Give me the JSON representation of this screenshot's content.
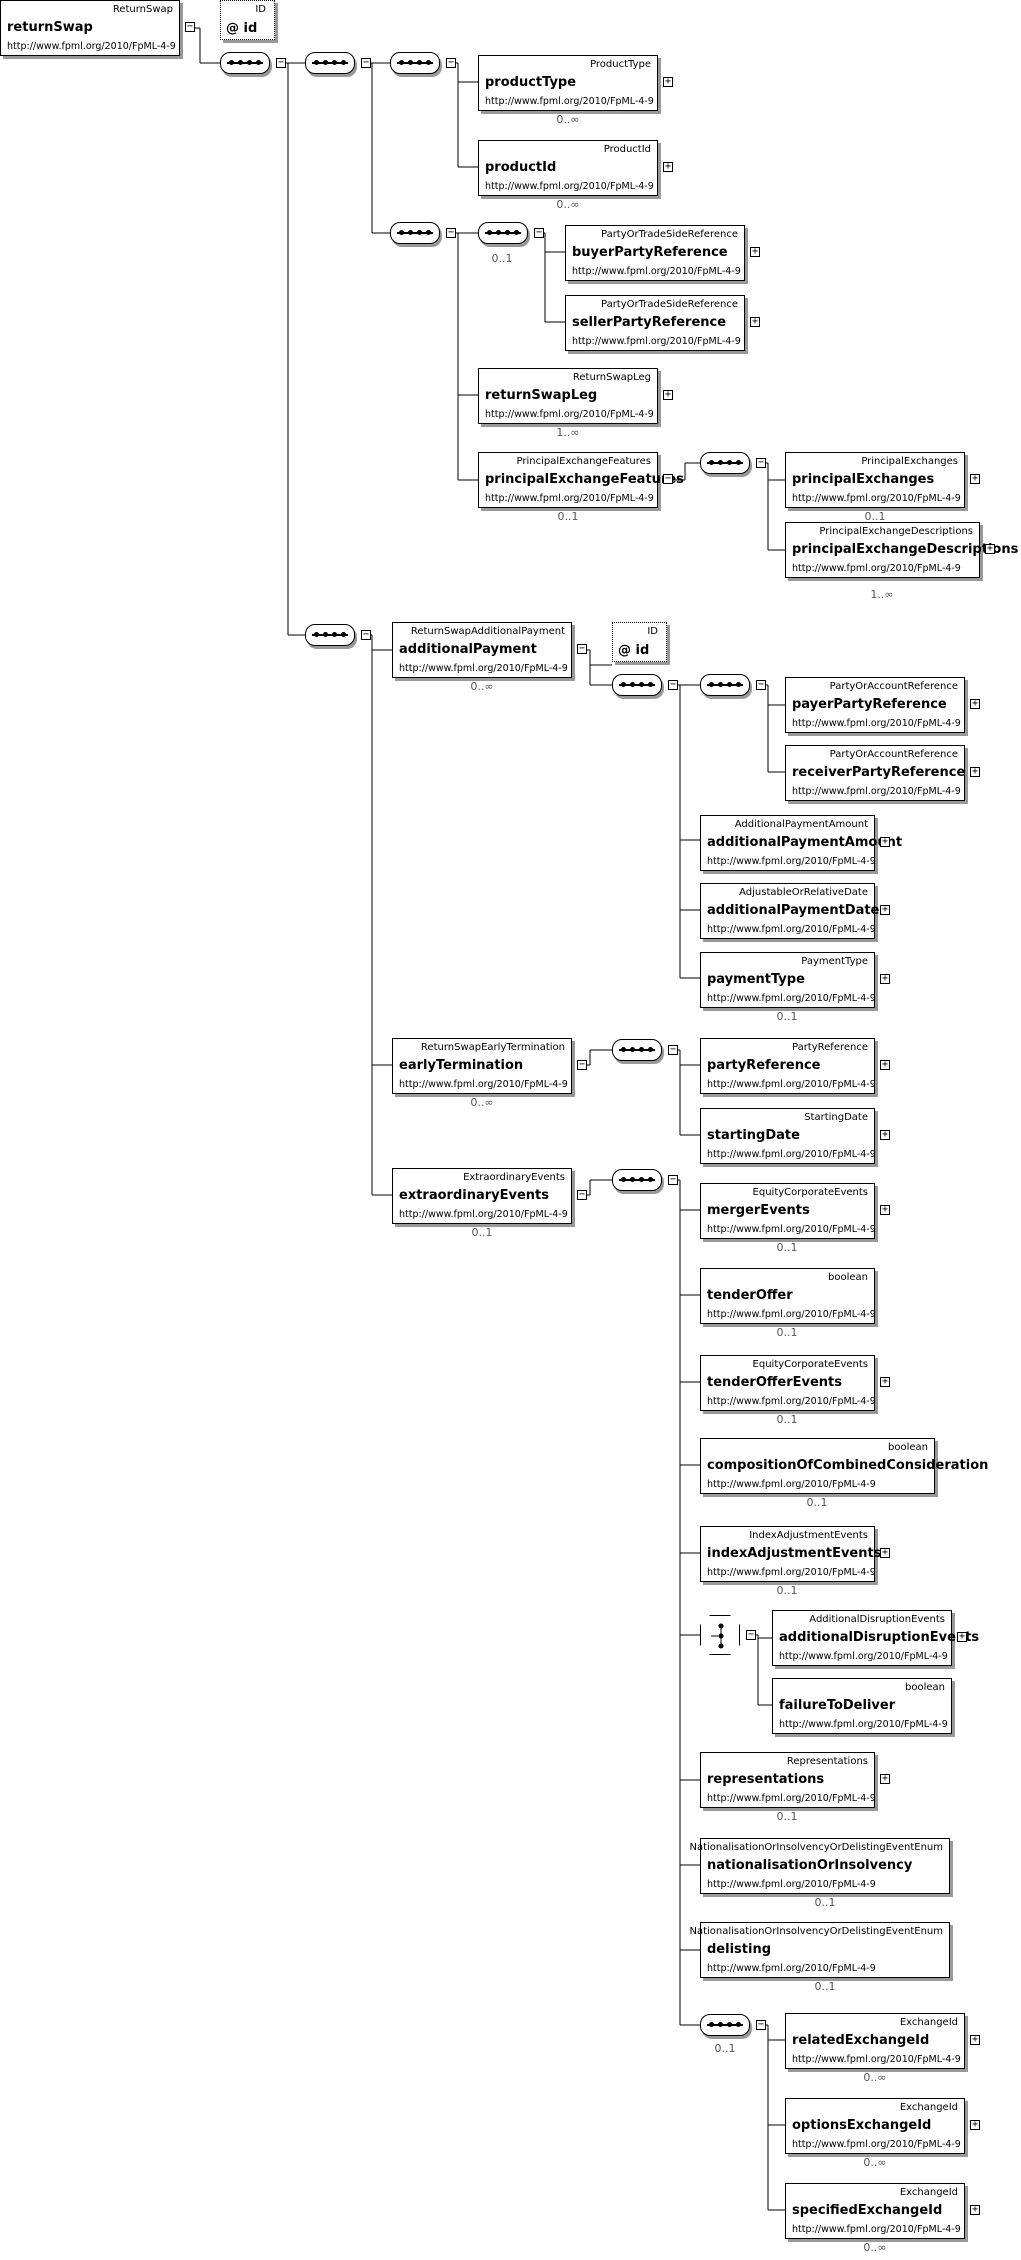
{
  "namespace": "http://www.fpml.org/2010/FpML-4-9",
  "root": {
    "type": "ReturnSwap",
    "name": "returnSwap"
  },
  "id_attr": {
    "type": "ID",
    "name": "@ id"
  },
  "product": {
    "productType": {
      "type": "ProductType",
      "name": "productType",
      "card": "0..∞"
    },
    "productId": {
      "type": "ProductId",
      "name": "productId",
      "card": "0..∞"
    }
  },
  "parties": {
    "seq_card": "0..1",
    "buyer": {
      "type": "PartyOrTradeSideReference",
      "name": "buyerPartyReference"
    },
    "seller": {
      "type": "PartyOrTradeSideReference",
      "name": "sellerPartyReference"
    },
    "leg": {
      "type": "ReturnSwapLeg",
      "name": "returnSwapLeg",
      "card": "1..∞"
    },
    "pef": {
      "type": "PrincipalExchangeFeatures",
      "name": "principalExchangeFeatures",
      "card": "0..1"
    },
    "pe": {
      "type": "PrincipalExchanges",
      "name": "principalExchanges",
      "card": "0..1"
    },
    "ped": {
      "type": "PrincipalExchangeDescriptions",
      "name": "principalExchangeDescriptions",
      "card": "1..∞"
    }
  },
  "additional": {
    "ap": {
      "type": "ReturnSwapAdditionalPayment",
      "name": "additionalPayment",
      "card": "0..∞"
    },
    "id": {
      "type": "ID",
      "name": "@ id"
    },
    "payer": {
      "type": "PartyOrAccountReference",
      "name": "payerPartyReference"
    },
    "receiver": {
      "type": "PartyOrAccountReference",
      "name": "receiverPartyReference"
    },
    "amount": {
      "type": "AdditionalPaymentAmount",
      "name": "additionalPaymentAmount"
    },
    "date": {
      "type": "AdjustableOrRelativeDate",
      "name": "additionalPaymentDate"
    },
    "ptype": {
      "type": "PaymentType",
      "name": "paymentType",
      "card": "0..1"
    },
    "et": {
      "type": "ReturnSwapEarlyTermination",
      "name": "earlyTermination",
      "card": "0..∞"
    },
    "partyRef": {
      "type": "PartyReference",
      "name": "partyReference"
    },
    "start": {
      "type": "StartingDate",
      "name": "startingDate"
    }
  },
  "extra": {
    "ee": {
      "type": "ExtraordinaryEvents",
      "name": "extraordinaryEvents",
      "card": "0..1"
    },
    "merger": {
      "type": "EquityCorporateEvents",
      "name": "mergerEvents",
      "card": "0..1"
    },
    "tender": {
      "type": "boolean",
      "name": "tenderOffer",
      "card": "0..1"
    },
    "tenderEv": {
      "type": "EquityCorporateEvents",
      "name": "tenderOfferEvents",
      "card": "0..1"
    },
    "comp": {
      "type": "boolean",
      "name": "compositionOfCombinedConsideration",
      "card": "0..1"
    },
    "index": {
      "type": "IndexAdjustmentEvents",
      "name": "indexAdjustmentEvents",
      "card": "0..1"
    },
    "disrupt": {
      "type": "AdditionalDisruptionEvents",
      "name": "additionalDisruptionEvents"
    },
    "ftd": {
      "type": "boolean",
      "name": "failureToDeliver"
    },
    "repr": {
      "type": "Representations",
      "name": "representations",
      "card": "0..1"
    },
    "nat": {
      "type": "NationalisationOrInsolvencyOrDelistingEventEnum",
      "name": "nationalisationOrInsolvency",
      "card": "0..1"
    },
    "delist": {
      "type": "NationalisationOrInsolvencyOrDelistingEventEnum",
      "name": "delisting",
      "card": "0..1"
    },
    "seq_card": "0..1",
    "related": {
      "type": "ExchangeId",
      "name": "relatedExchangeId",
      "card": "0..∞"
    },
    "options": {
      "type": "ExchangeId",
      "name": "optionsExchangeId",
      "card": "0..∞"
    },
    "specified": {
      "type": "ExchangeId",
      "name": "specifiedExchangeId",
      "card": "0..∞"
    }
  }
}
